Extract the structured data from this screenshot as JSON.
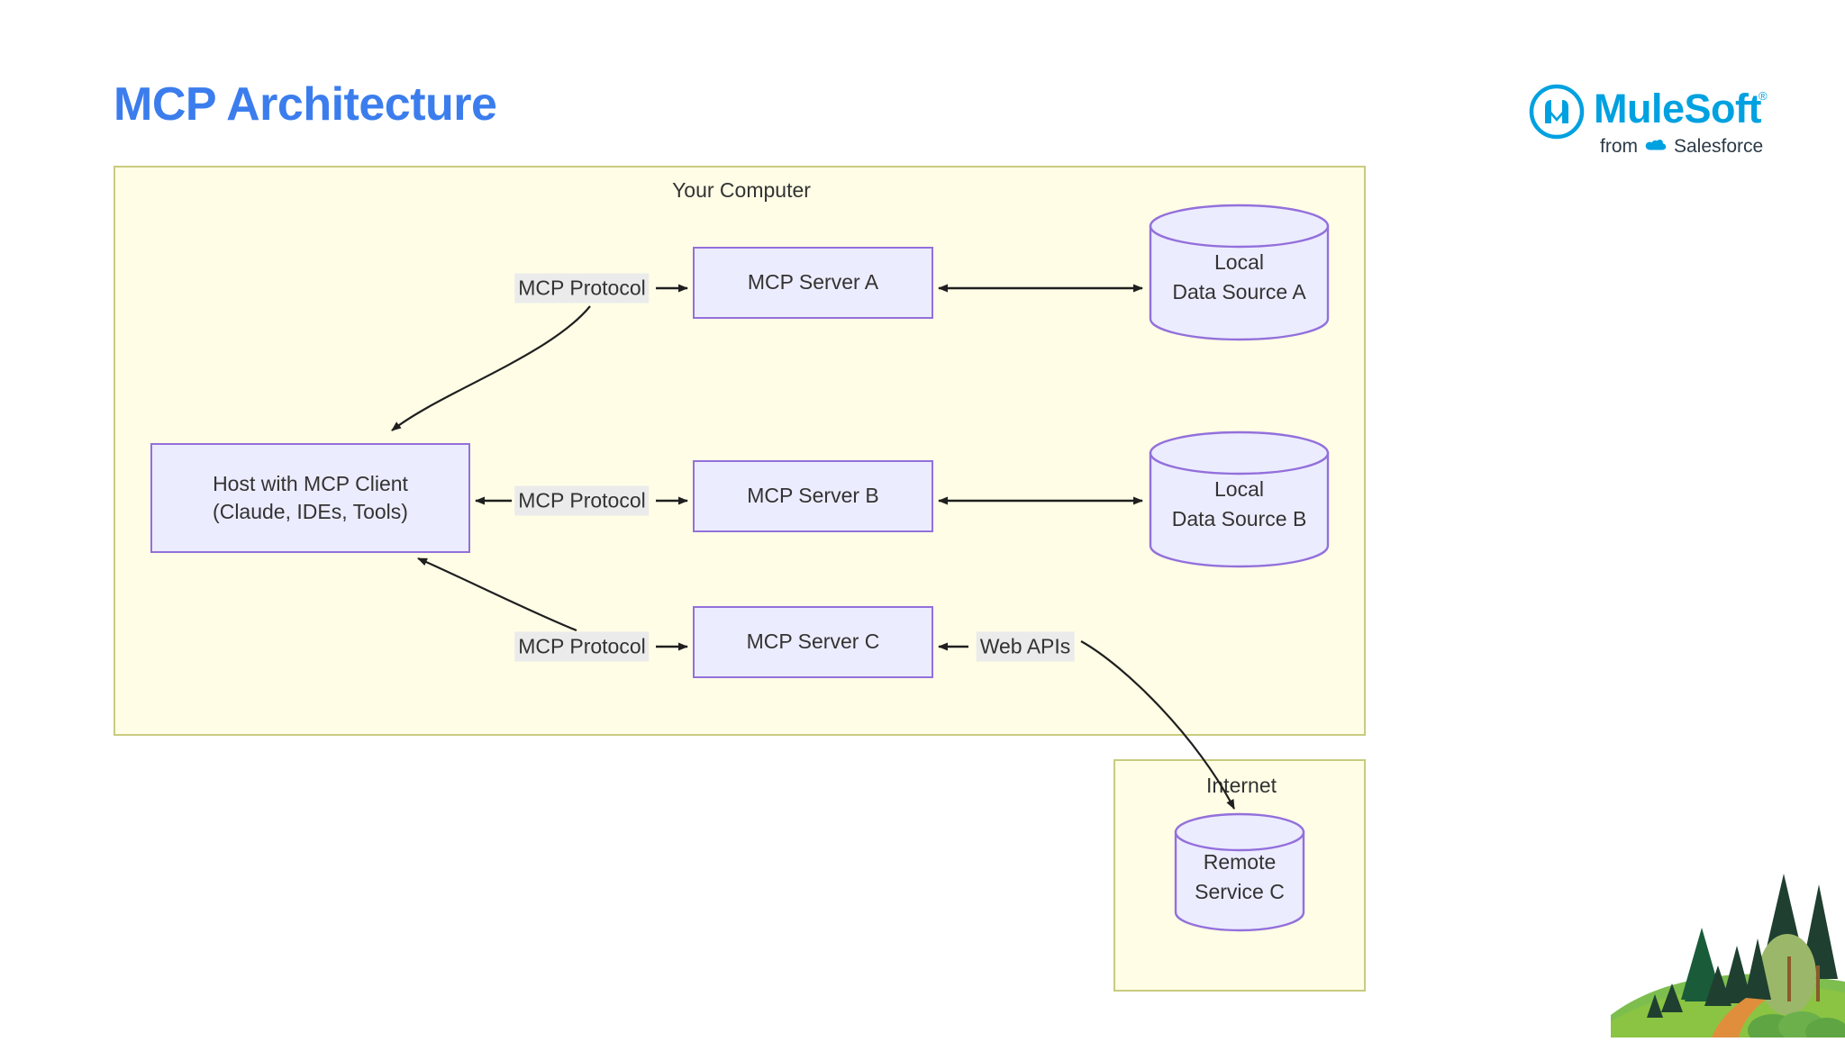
{
  "page_title": "MCP Architecture",
  "theme": {
    "title_color": "#3b7ded",
    "cluster_fill": "#fffde6",
    "cluster_border": "#c9cb7f",
    "node_fill": "#ececff",
    "node_border": "#9370db",
    "edge_label_bg": "#ebebeb",
    "text_color": "#333333",
    "brand_color": "#00a1e0"
  },
  "brand": {
    "name": "MuleSoft",
    "registered_mark": "®",
    "tagline_prefix": "from",
    "tagline_company": "Salesforce",
    "logo_icon": "mulesoft-m-icon",
    "cloud_icon": "salesforce-cloud-icon"
  },
  "diagram": {
    "type": "architecture-flow",
    "clusters": [
      {
        "id": "your-computer",
        "label": "Your Computer"
      },
      {
        "id": "internet",
        "label": "Internet"
      }
    ],
    "nodes": [
      {
        "id": "host",
        "shape": "rect",
        "lines": [
          "Host with MCP Client",
          "(Claude, IDEs, Tools)"
        ]
      },
      {
        "id": "server-a",
        "shape": "rect",
        "lines": [
          "MCP Server A"
        ]
      },
      {
        "id": "server-b",
        "shape": "rect",
        "lines": [
          "MCP Server B"
        ]
      },
      {
        "id": "server-c",
        "shape": "rect",
        "lines": [
          "MCP Server C"
        ]
      },
      {
        "id": "ds-a",
        "shape": "cylinder",
        "lines": [
          "Local",
          "Data Source A"
        ]
      },
      {
        "id": "ds-b",
        "shape": "cylinder",
        "lines": [
          "Local",
          "Data Source B"
        ]
      },
      {
        "id": "remote-c",
        "shape": "cylinder",
        "lines": [
          "Remote",
          "Service C"
        ]
      }
    ],
    "edges": [
      {
        "id": "e-host-server-a",
        "from": "host",
        "to": "server-a",
        "label": "MCP Protocol",
        "style": "curved",
        "arrow": "both-ends"
      },
      {
        "id": "e-host-server-b",
        "from": "host",
        "to": "server-b",
        "label": "MCP Protocol",
        "style": "straight",
        "arrow": "both-ends"
      },
      {
        "id": "e-host-server-c",
        "from": "host",
        "to": "server-c",
        "label": "MCP Protocol",
        "style": "curved",
        "arrow": "both-ends"
      },
      {
        "id": "e-server-a-ds-a",
        "from": "server-a",
        "to": "ds-a",
        "label": "",
        "style": "straight",
        "arrow": "bidirectional"
      },
      {
        "id": "e-server-b-ds-b",
        "from": "server-b",
        "to": "ds-b",
        "label": "",
        "style": "straight",
        "arrow": "bidirectional"
      },
      {
        "id": "e-server-c-remote-c",
        "from": "server-c",
        "to": "remote-c",
        "label": "Web APIs",
        "style": "curved",
        "arrow": "both-ends"
      }
    ]
  },
  "decoration": {
    "illustration": "forest-hill-illustration"
  }
}
